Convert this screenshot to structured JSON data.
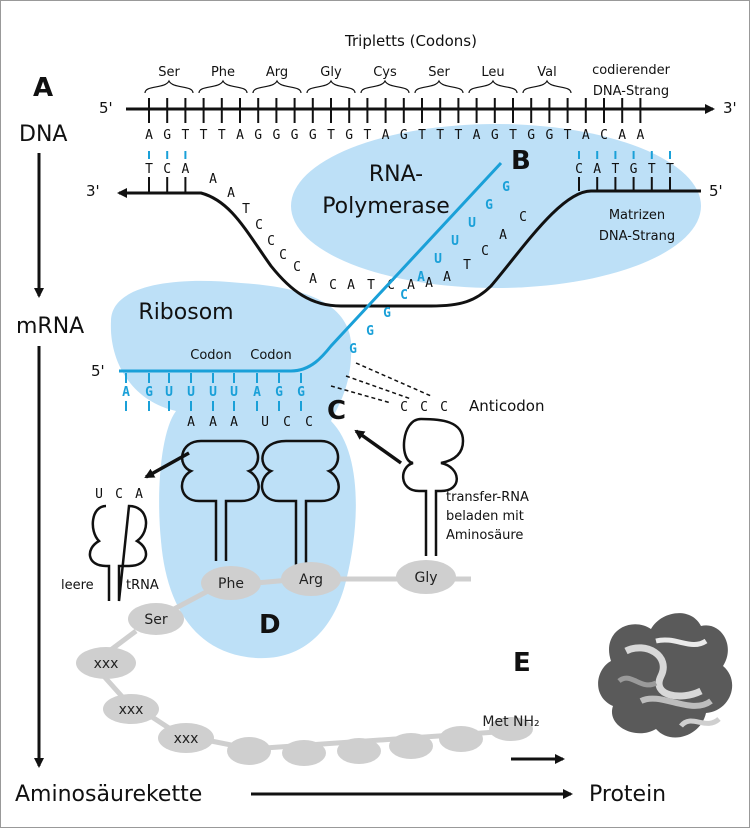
{
  "title": "Tripletts (Codons)",
  "codons": [
    "Ser",
    "Phe",
    "Arg",
    "Gly",
    "Cys",
    "Ser",
    "Leu",
    "Val"
  ],
  "coding_strand_label": [
    "codierender",
    "DNA-Strang"
  ],
  "template_strand_label": [
    "Matrizen",
    "DNA-Strang"
  ],
  "coding_seq": [
    "A",
    "G",
    "T",
    "T",
    "T",
    "A",
    "G",
    "G",
    "G",
    "G",
    "T",
    "G",
    "T",
    "A",
    "G",
    "T",
    "T",
    "T",
    "A",
    "G",
    "T",
    "G",
    "G",
    "T",
    "A",
    "C",
    "A",
    "A"
  ],
  "template_left": [
    "T",
    "C",
    "A"
  ],
  "template_dip": [
    "A",
    "A",
    "T",
    "C",
    "C",
    "C",
    "C",
    "A",
    "C",
    "A",
    "T",
    "C",
    "A",
    "A",
    "A",
    "T",
    "C",
    "A",
    "C"
  ],
  "template_right": [
    "C",
    "A",
    "T",
    "G",
    "T",
    "T"
  ],
  "mrna_emerging": [
    "G",
    "G",
    "U",
    "U",
    "U",
    "A",
    "C",
    "G",
    "G",
    "G"
  ],
  "five_prime": "5'",
  "three_prime": "3'",
  "labels": {
    "A": "A",
    "B": "B",
    "C": "C",
    "D": "D",
    "E": "E"
  },
  "stages": {
    "dna": "DNA",
    "mrna": "mRNA",
    "chain": "Aminosäurekette",
    "protein": "Protein"
  },
  "rna_polymerase": [
    "RNA-",
    "Polymerase"
  ],
  "ribosome": "Ribosom",
  "codon_words": [
    "Codon",
    "Codon"
  ],
  "mrna_seq": [
    "A",
    "G",
    "U",
    "U",
    "U",
    "U",
    "A",
    "G",
    "G"
  ],
  "trna_anticodon_bound": [
    "A",
    "A",
    "A",
    "U",
    "C",
    "C"
  ],
  "anticodon_free": [
    "C",
    "C",
    "C"
  ],
  "anticodon_label": "Anticodon",
  "empty_trna_anticodon": [
    "U",
    "C",
    "A"
  ],
  "trna_label": [
    "transfer-RNA",
    "beladen mit",
    "Aminosäure"
  ],
  "empty_trna_label": [
    "leere",
    "tRNA"
  ],
  "amino_acids": {
    "phe": "Phe",
    "arg": "Arg",
    "gly": "Gly",
    "ser": "Ser",
    "xxx": "xxx",
    "met": "Met NH₂"
  },
  "colors": {
    "accent": "#1aa0d8",
    "blob": "#bde0f7",
    "bead": "#cfcfcf",
    "protein": "#555555"
  }
}
